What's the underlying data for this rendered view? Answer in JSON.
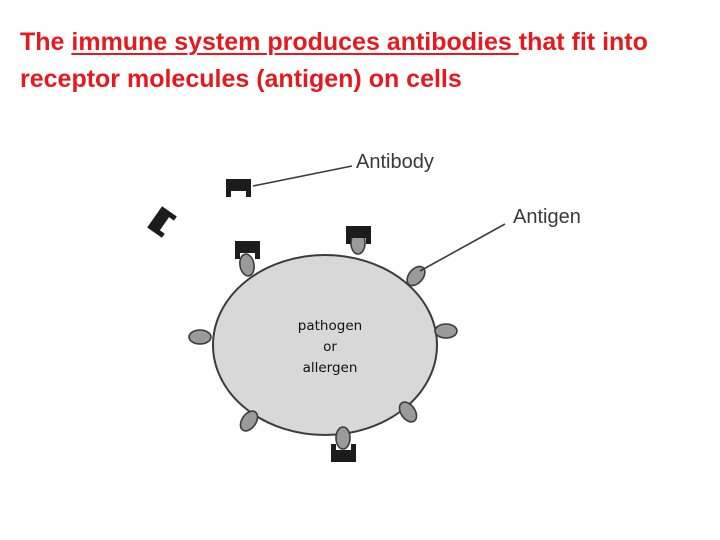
{
  "title": {
    "part1": "The ",
    "underlined": "immune system produces antibodies ",
    "part2": "that fit into receptor molecules (antigen) on cells",
    "color": "#e5191e"
  },
  "diagram": {
    "antibody_label": "Antibody",
    "antigen_label": "Antigen",
    "cell_label": {
      "line1": "pathogen",
      "line2": "or",
      "line3": "allergen"
    },
    "colors": {
      "cell_fill": "#d8d8d8",
      "outline": "#3c3c3c",
      "antigen_fill": "#9a9a9a",
      "antibody_fill": "#1c1c1c"
    }
  }
}
